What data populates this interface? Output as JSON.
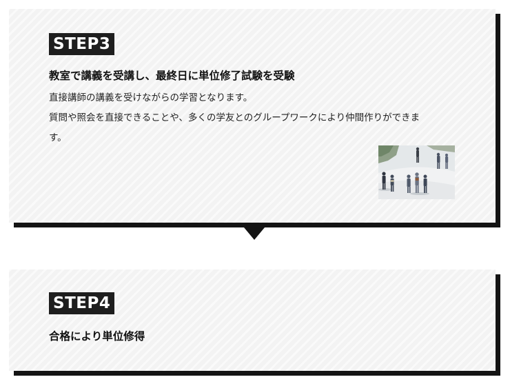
{
  "steps": [
    {
      "badge": "STEP3",
      "title": "教室で講義を受講し、最終日に単位修了試験を受験",
      "description_lines": [
        "直接講師の講義を受けながらの学習となります。",
        "質問や照会を直接できることや、多くの学友とのグループワークにより仲間作りができま",
        "す。"
      ],
      "image_icon": "students-walking-photo"
    },
    {
      "badge": "STEP4",
      "title": "合格により単位修得"
    }
  ],
  "connector_icon": "down-arrow-icon",
  "colors": {
    "badge_bg": "#1e1e1e",
    "badge_text": "#ffffff",
    "card_bg": "#f3f3f3",
    "card_shadow": "#141414"
  }
}
